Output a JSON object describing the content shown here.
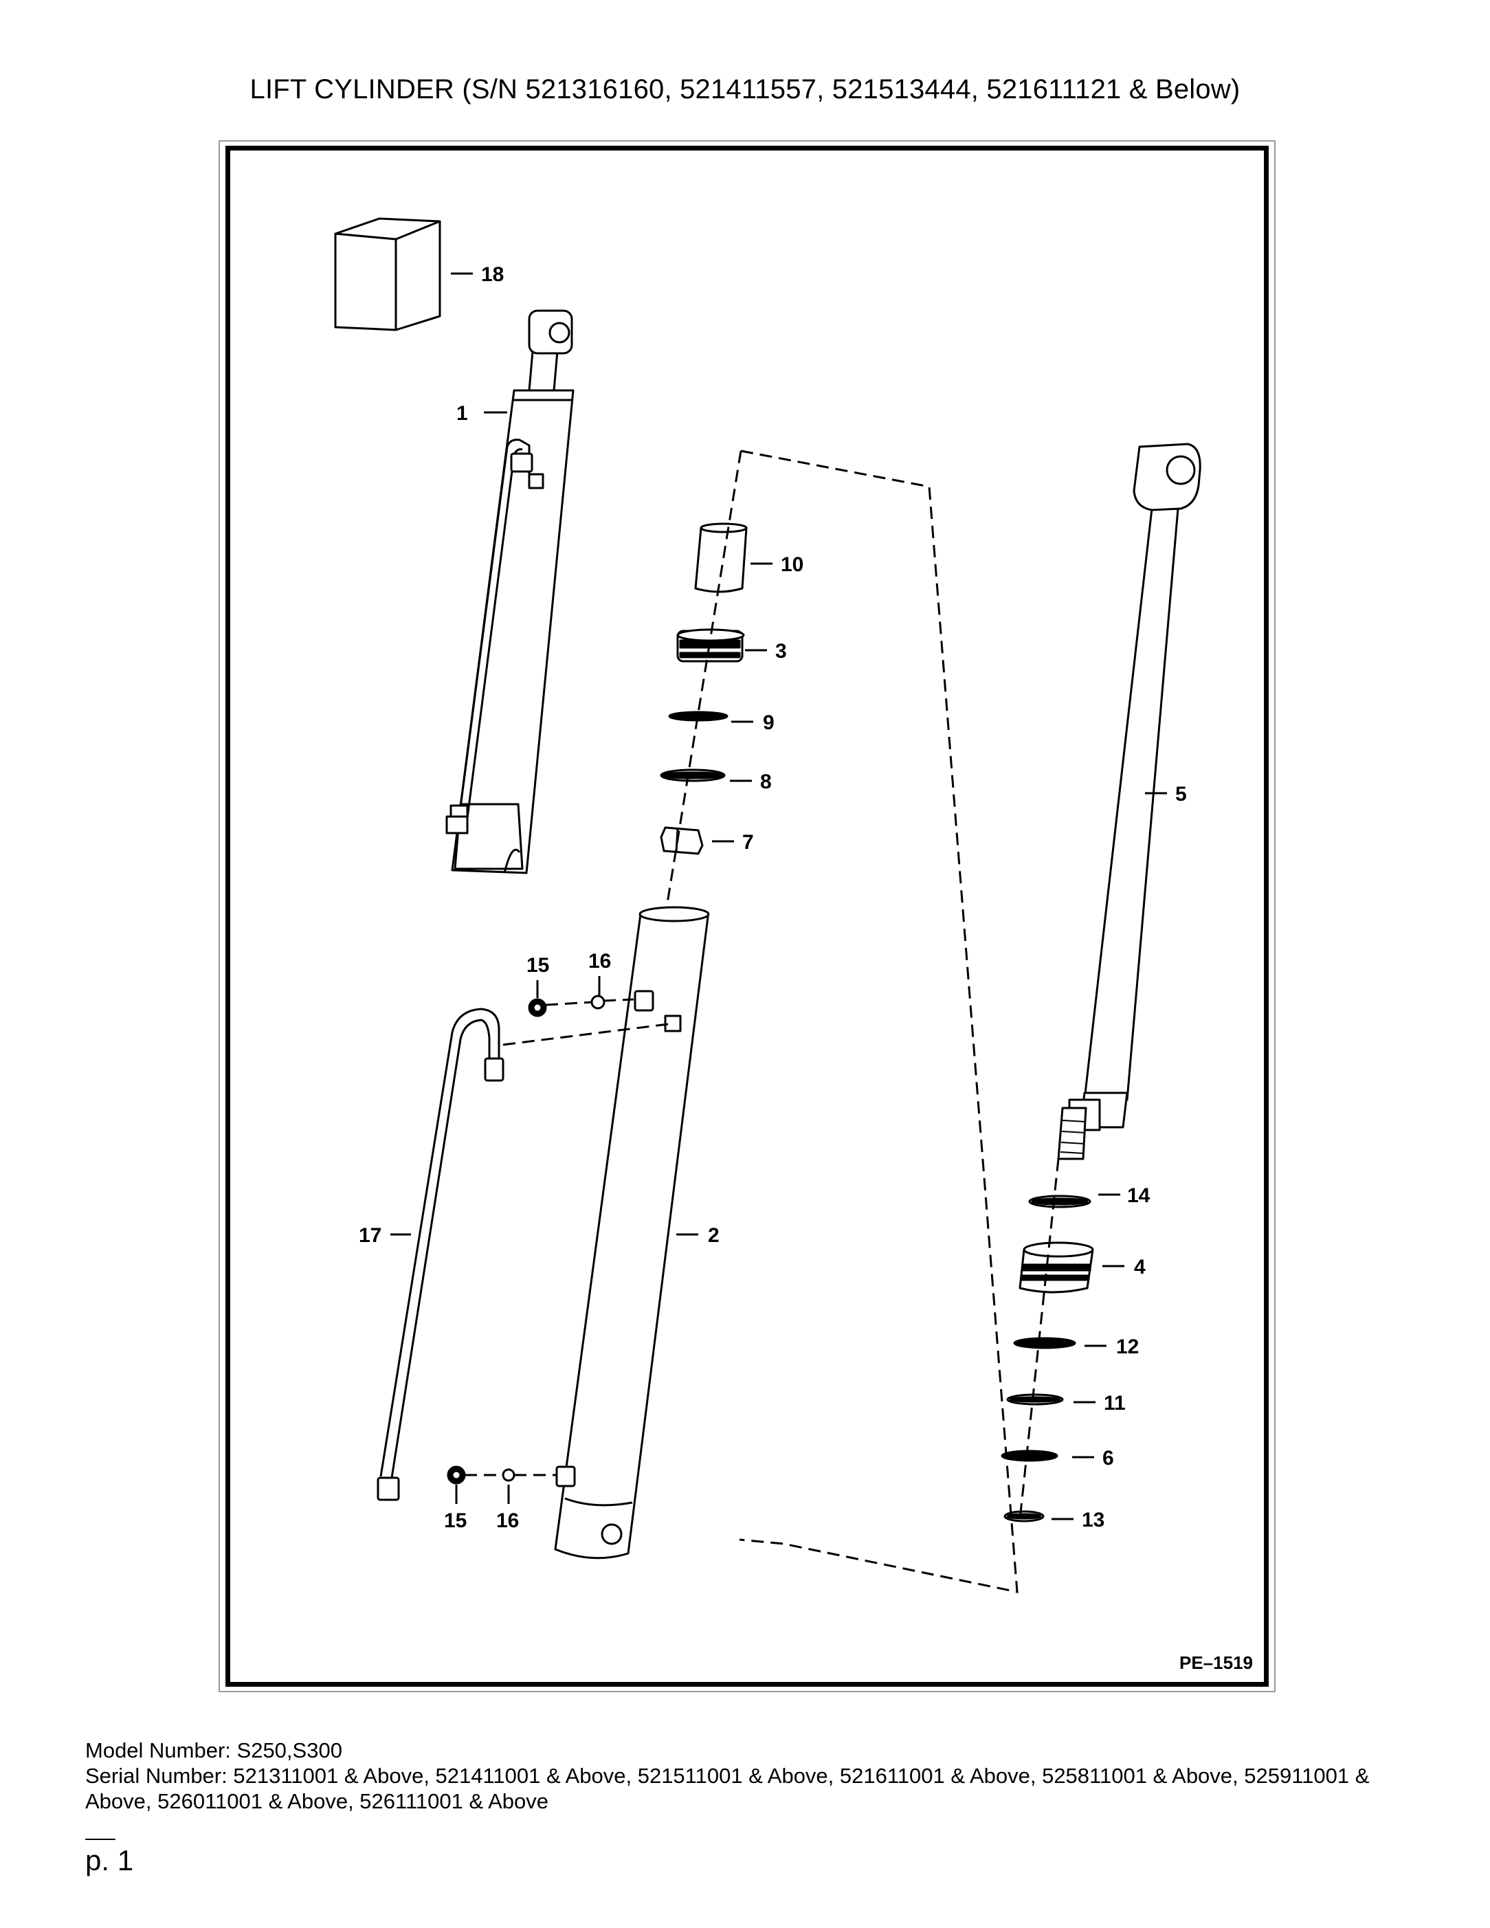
{
  "title": "LIFT CYLINDER (S/N 521316160, 521411557, 521513444, 521611121 & Below)",
  "figure_id": "PE–1519",
  "callouts": {
    "c1": "1",
    "c2": "2",
    "c3": "3",
    "c4": "4",
    "c5": "5",
    "c6": "6",
    "c7": "7",
    "c8": "8",
    "c9": "9",
    "c10": "10",
    "c11": "11",
    "c12": "12",
    "c13": "13",
    "c14": "14",
    "c15a": "15",
    "c15b": "15",
    "c16a": "16",
    "c16b": "16",
    "c17": "17",
    "c18": "18"
  },
  "footer": {
    "model": "Model Number: S250,S300",
    "serial": "Serial Number: 521311001 & Above, 521411001 & Above, 521511001 & Above, 521611001 & Above, 525811001 & Above, 525911001 & Above, 526011001 & Above, 526111001 & Above"
  },
  "page_number": "p. 1"
}
